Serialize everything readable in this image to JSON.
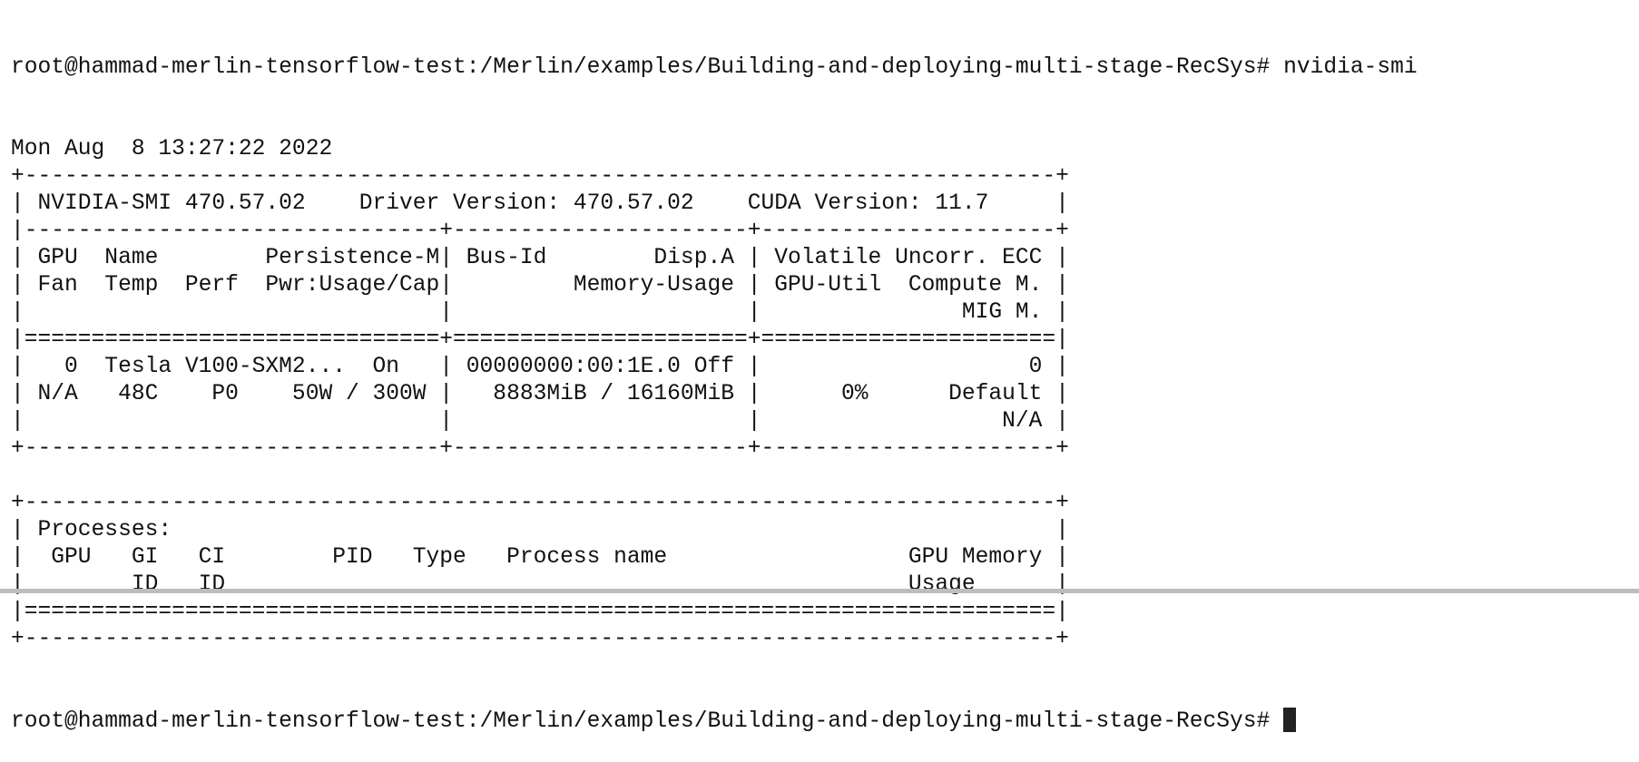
{
  "terminal": {
    "prompt": "root@hammad-merlin-tensorflow-test:/Merlin/examples/Building-and-deploying-multi-stage-RecSys# ",
    "command": "nvidia-smi",
    "output": [
      "Mon Aug  8 13:27:22 2022",
      "+-----------------------------------------------------------------------------+",
      "| NVIDIA-SMI 470.57.02    Driver Version: 470.57.02    CUDA Version: 11.7     |",
      "|-------------------------------+----------------------+----------------------+",
      "| GPU  Name        Persistence-M| Bus-Id        Disp.A | Volatile Uncorr. ECC |",
      "| Fan  Temp  Perf  Pwr:Usage/Cap|         Memory-Usage | GPU-Util  Compute M. |",
      "|                               |                      |               MIG M. |",
      "|===============================+======================+======================|",
      "|   0  Tesla V100-SXM2...  On   | 00000000:00:1E.0 Off |                    0 |",
      "| N/A   48C    P0    50W / 300W |   8883MiB / 16160MiB |      0%      Default |",
      "|                               |                      |                  N/A |",
      "+-------------------------------+----------------------+----------------------+",
      "",
      "+-----------------------------------------------------------------------------+",
      "| Processes:                                                                  |",
      "|  GPU   GI   CI        PID   Type   Process name                  GPU Memory |",
      "|        ID   ID                                                   Usage      |",
      "|=============================================================================|",
      "+-----------------------------------------------------------------------------+"
    ],
    "final_prompt": "root@hammad-merlin-tensorflow-test:/Merlin/examples/Building-and-deploying-multi-stage-RecSys# "
  }
}
